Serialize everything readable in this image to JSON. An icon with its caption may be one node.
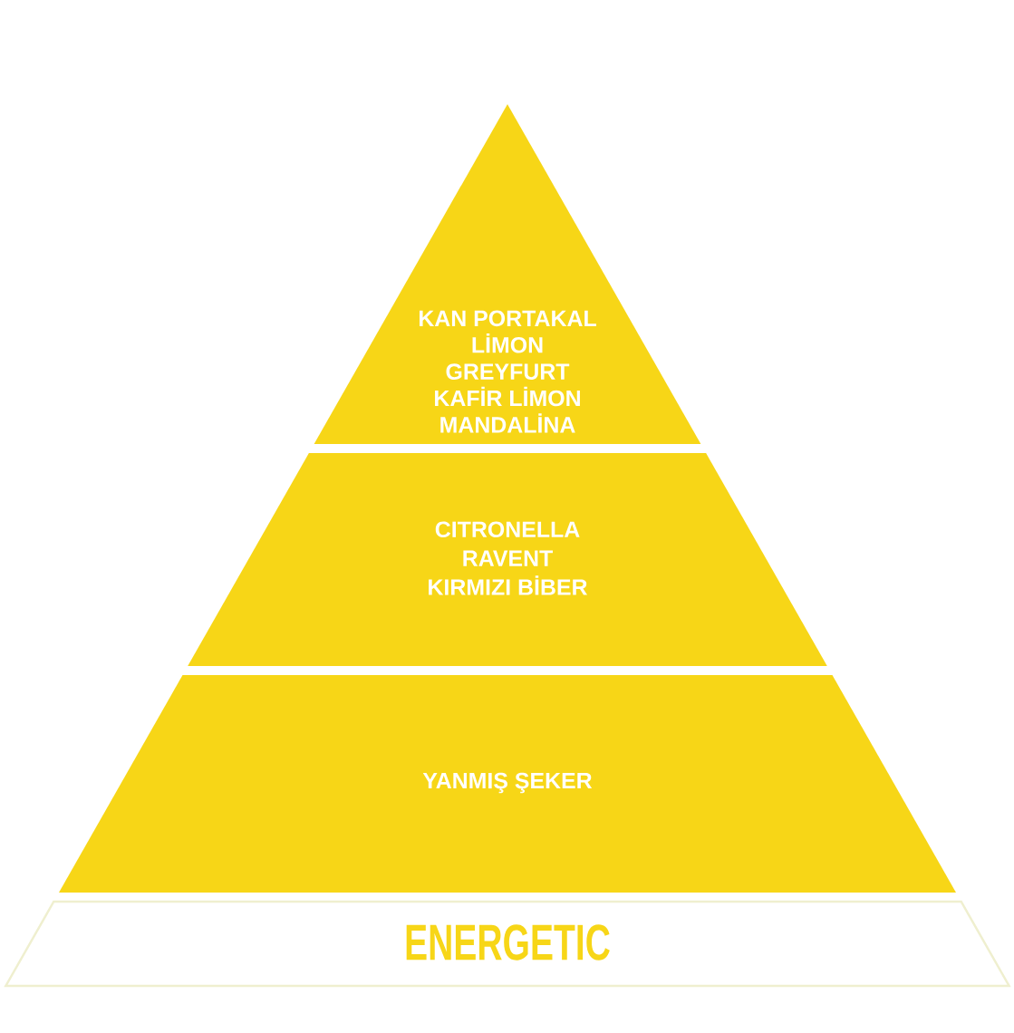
{
  "diagram": {
    "nodes": [
      {
        "text": [
          "KAN PORTAKAL",
          "LİMON",
          "GREYFURT",
          "KAFİR LİMON",
          "MANDALİNA"
        ]
      },
      {
        "text": [
          "CITRONELLA",
          "RAVENT",
          "KIRMIZI BİBER"
        ]
      },
      {
        "text": [
          "YANMIŞ ŞEKER"
        ]
      },
      {
        "text": [
          "ENERGETIC"
        ]
      }
    ]
  }
}
